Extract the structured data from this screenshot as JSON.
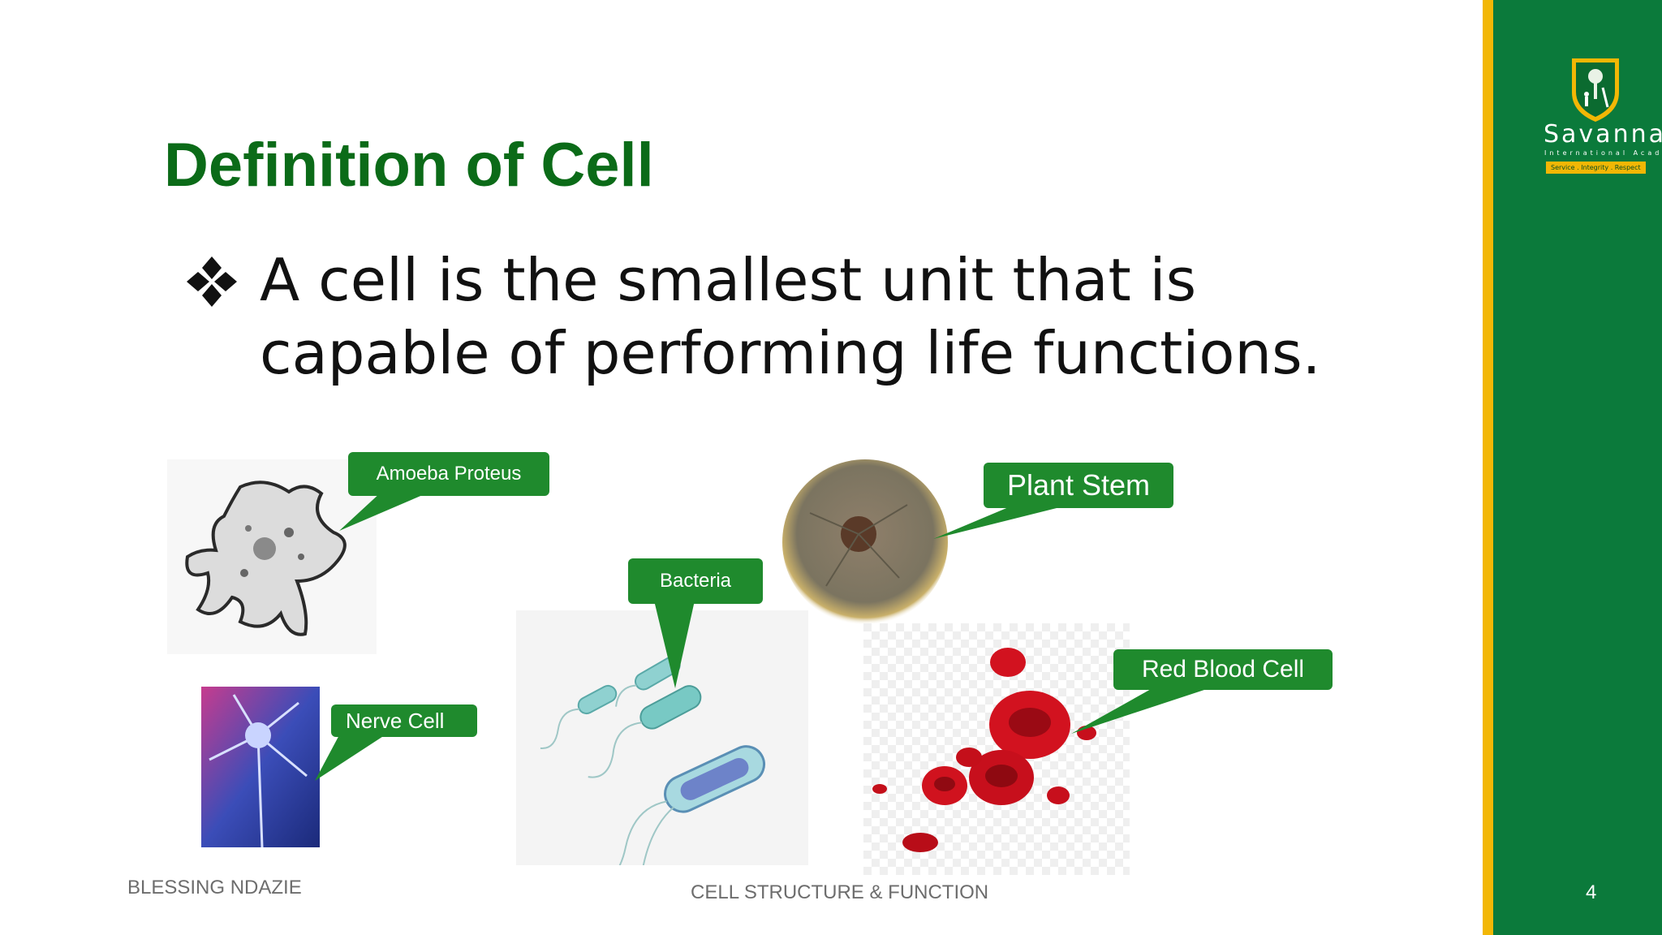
{
  "slide": {
    "title": "Definition of Cell",
    "bullet_text": "A cell is the smallest unit that is capable of performing life functions.",
    "labels": {
      "amoeba": "Amoeba Proteus",
      "nerve": "Nerve Cell",
      "bacteria": "Bacteria",
      "plant": "Plant Stem",
      "rbc": "Red Blood Cell"
    },
    "footer": {
      "author": "BLESSING NDAZIE",
      "topic": "CELL STRUCTURE & FUNCTION",
      "page_number": "4"
    },
    "logo": {
      "name": "Savanna",
      "subtitle": "International Acade",
      "motto": "Service . Integrity . Respect"
    }
  },
  "colors": {
    "title": "#0b6b18",
    "sidebar": "#0b7a3b",
    "sidebar_stripe": "#f2b705",
    "callout": "#1f8a2d",
    "body_text": "#111111",
    "footer_text": "#6d6d6d"
  },
  "icons": {
    "bullet": "four-diamond-bullet-icon"
  }
}
